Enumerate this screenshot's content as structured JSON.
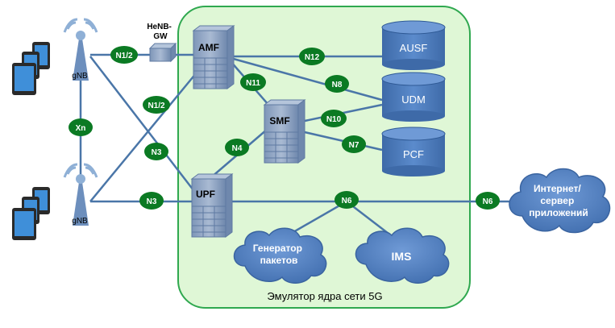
{
  "core": {
    "caption": "Эмулятор ядра сети 5G",
    "fill": "#dff7d6",
    "border": "#2fa84f"
  },
  "stations": {
    "gnb_top": "gNB",
    "gnb_bottom": "gNB"
  },
  "nodes": {
    "henb": "HeNB-\nGW",
    "amf": "AMF",
    "smf": "SMF",
    "upf": "UPF",
    "ausf": "AUSF",
    "udm": "UDM",
    "pcf": "PCF"
  },
  "clouds": {
    "internet": "Интернет/\nсервер\nприложений",
    "generator": "Генератор\nпакетов",
    "ims": "IMS"
  },
  "interfaces": {
    "xn": "Xn",
    "n12_top": "N1/2",
    "n12_mid": "N1/2",
    "n3_mid": "N3",
    "n3_low": "N3",
    "n4": "N4",
    "n11": "N11",
    "n12": "N12",
    "n8": "N8",
    "n10": "N10",
    "n7": "N7",
    "n6_core": "N6",
    "n6_ext": "N6"
  },
  "colors": {
    "link": "#4a76a8",
    "badge": "#0b7a23",
    "badge_text": "#ffffff",
    "db_fill": "#4f7fbf",
    "db_top": "#5b8dd0",
    "server_fill": "#8fa6c4",
    "cloud_fill": "#5b86c2"
  }
}
